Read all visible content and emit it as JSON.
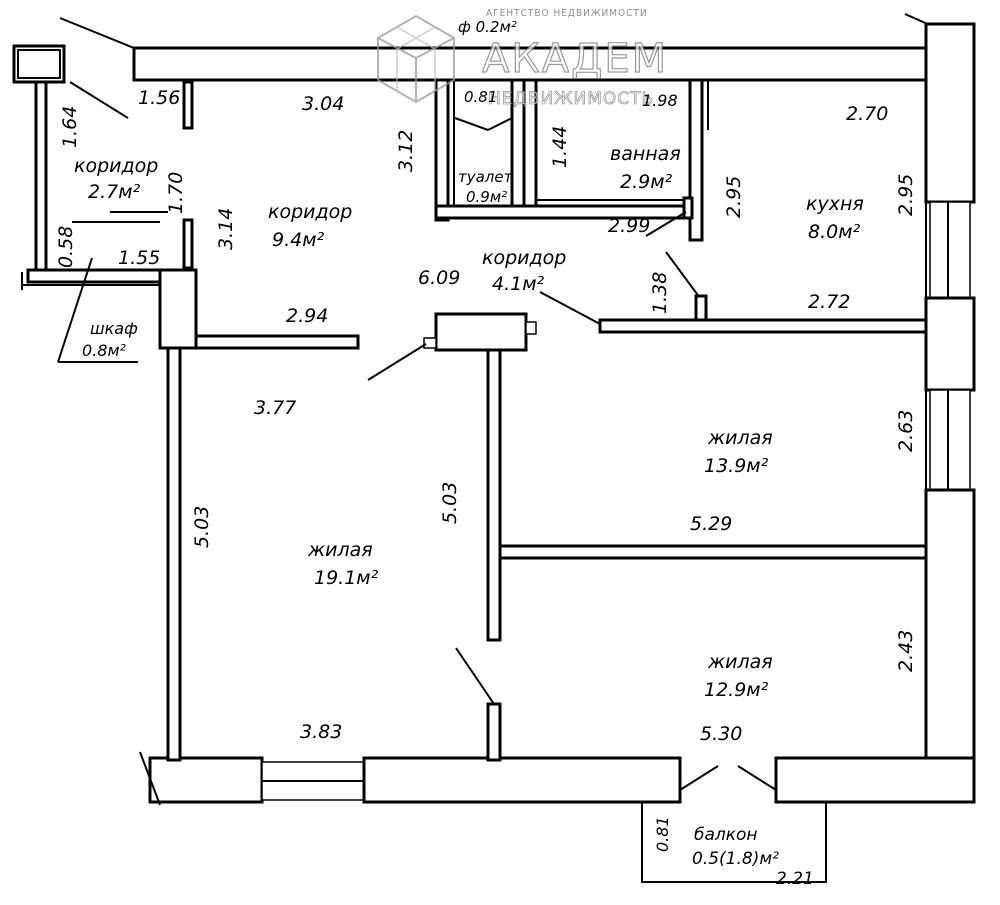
{
  "rooms": {
    "corridor_left": {
      "name": "коридор",
      "area": "2.7м²"
    },
    "corridor_main": {
      "name": "коридор",
      "area": "9.4м²"
    },
    "toilet": {
      "name": "туалет",
      "area": "0.9м²"
    },
    "bath": {
      "name": "ванная",
      "area": "2.9м²"
    },
    "kitchen": {
      "name": "кухня",
      "area": "8.0м²"
    },
    "corridor_small": {
      "name": "коридор",
      "area": "4.1м²"
    },
    "closet": {
      "name": "шкаф",
      "area": "0.8м²"
    },
    "living_big": {
      "name": "жилая",
      "area": "19.1м²"
    },
    "living_mid": {
      "name": "жилая",
      "area": "13.9м²"
    },
    "living_low": {
      "name": "жилая",
      "area": "12.9м²"
    },
    "balcony": {
      "name": "балкон",
      "area": "0.5(1.8)м²"
    },
    "shaft": {
      "area": "ф 0.2м²"
    }
  },
  "dims": {
    "d156": "1.56",
    "d304": "3.04",
    "d081": "0.81",
    "d198": "1.98",
    "d270": "2.70",
    "d164": "1.64",
    "d312": "3.12",
    "d144": "1.44",
    "d295a": "2.95",
    "d295b": "2.95",
    "d170": "1.70",
    "d314": "3.14",
    "d058": "0.58",
    "d155": "1.55",
    "d299": "2.99",
    "d609": "6.09",
    "d138": "1.38",
    "d272": "2.72",
    "d294": "2.94",
    "d377": "3.77",
    "d263": "2.63",
    "d503a": "5.03",
    "d503b": "5.03",
    "d529": "5.29",
    "d243": "2.43",
    "d383": "3.83",
    "d530": "5.30",
    "d081b": "0.81",
    "d221": "2.21"
  },
  "logo": {
    "tagline": "АГЕНТСТВО НЕДВИЖИМОСТИ",
    "brand": "АКАДЕМ",
    "sub": "НЕДВИЖИМОСТЬ"
  }
}
